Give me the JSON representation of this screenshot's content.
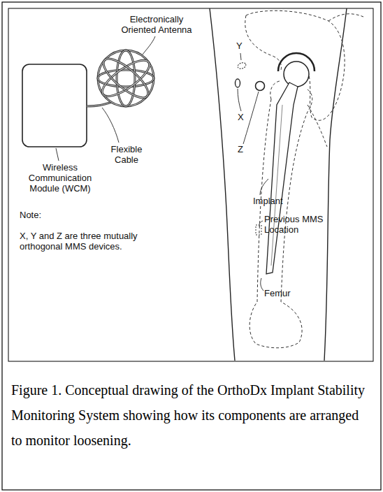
{
  "diagram": {
    "caption": "Figure 1. Conceptual drawing of the OrthoDx Implant Stability Monitoring System showing how its components are arranged to monitor loosening.",
    "labels": [
      "Electronically Oriented Antenna",
      "Flexible Cable",
      "Wireless Communication Module (WCM)",
      "Y",
      "X",
      "Z",
      "Implant",
      "Previous MMS Location",
      "Femur",
      "Note:",
      "X, Y and Z are three mutually orthogonal MMS devices."
    ]
  }
}
